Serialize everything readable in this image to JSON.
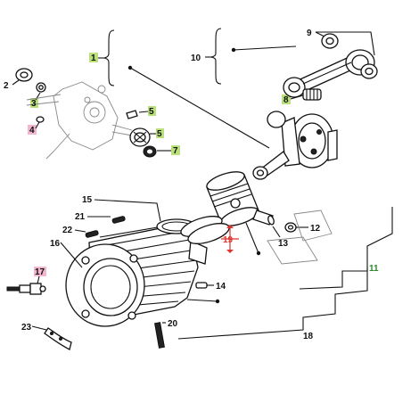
{
  "labels": {
    "l1": "1",
    "l2": "2",
    "l3": "3",
    "l4": "4",
    "l5a": "5",
    "l5b": "5",
    "l7": "7",
    "l8": "8",
    "l9": "9",
    "l10": "10",
    "l11": "11",
    "l12": "12",
    "l13": "13",
    "l14": "14",
    "l15": "15",
    "l16": "16",
    "l17": "17",
    "l18": "18",
    "l19": "19",
    "l20": "20",
    "l21": "21",
    "l22": "22",
    "l23": "23"
  },
  "colors": {
    "highlight_green": "#b9e07a",
    "highlight_pink": "#f2b6cf",
    "highlight_red": "#e0332f",
    "line": "#111111"
  }
}
